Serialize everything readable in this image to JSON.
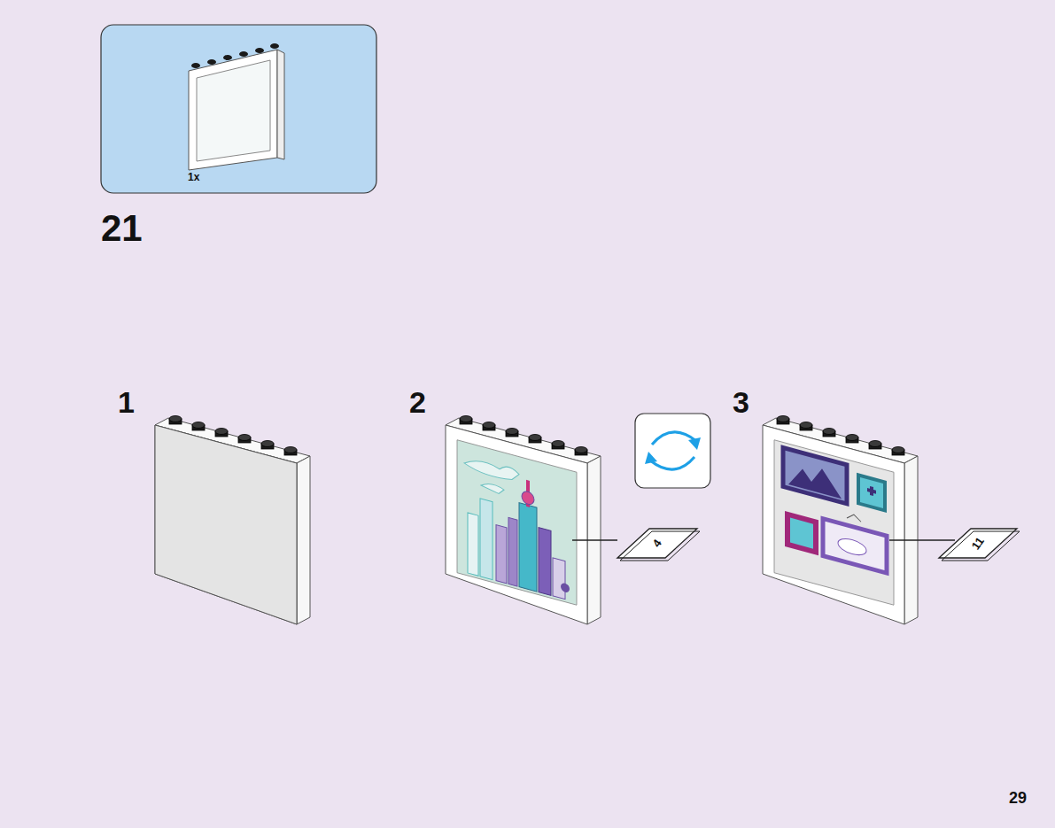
{
  "diagram": {
    "nodes": [
      {
        "text": [
          "1x"
        ]
      },
      {
        "text": [
          "4"
        ]
      },
      {
        "text": [
          "11"
        ]
      }
    ],
    "labels": [
      "21",
      "1",
      "2",
      "3",
      "29"
    ]
  }
}
